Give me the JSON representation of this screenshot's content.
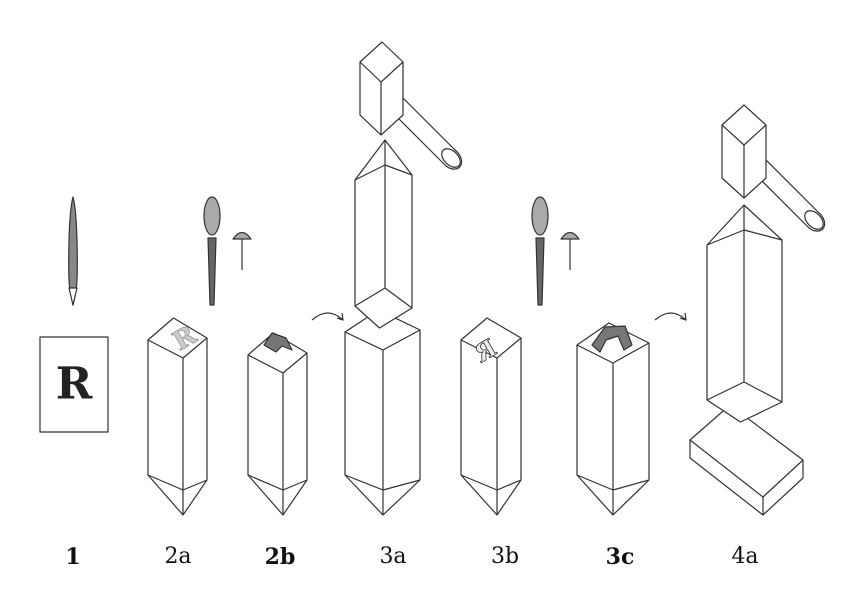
{
  "steps": [
    {
      "label": "1",
      "bold": true
    },
    {
      "label": "2a",
      "bold": false
    },
    {
      "label": "2b",
      "bold": true
    },
    {
      "label": "3a",
      "bold": false
    },
    {
      "label": "3b",
      "bold": false
    },
    {
      "label": "3c",
      "bold": true
    },
    {
      "label": "4a",
      "bold": false
    }
  ],
  "paper_letter": "R",
  "colors": {
    "line": "#333333",
    "fill": "#ffffff",
    "tool": "#888888"
  }
}
